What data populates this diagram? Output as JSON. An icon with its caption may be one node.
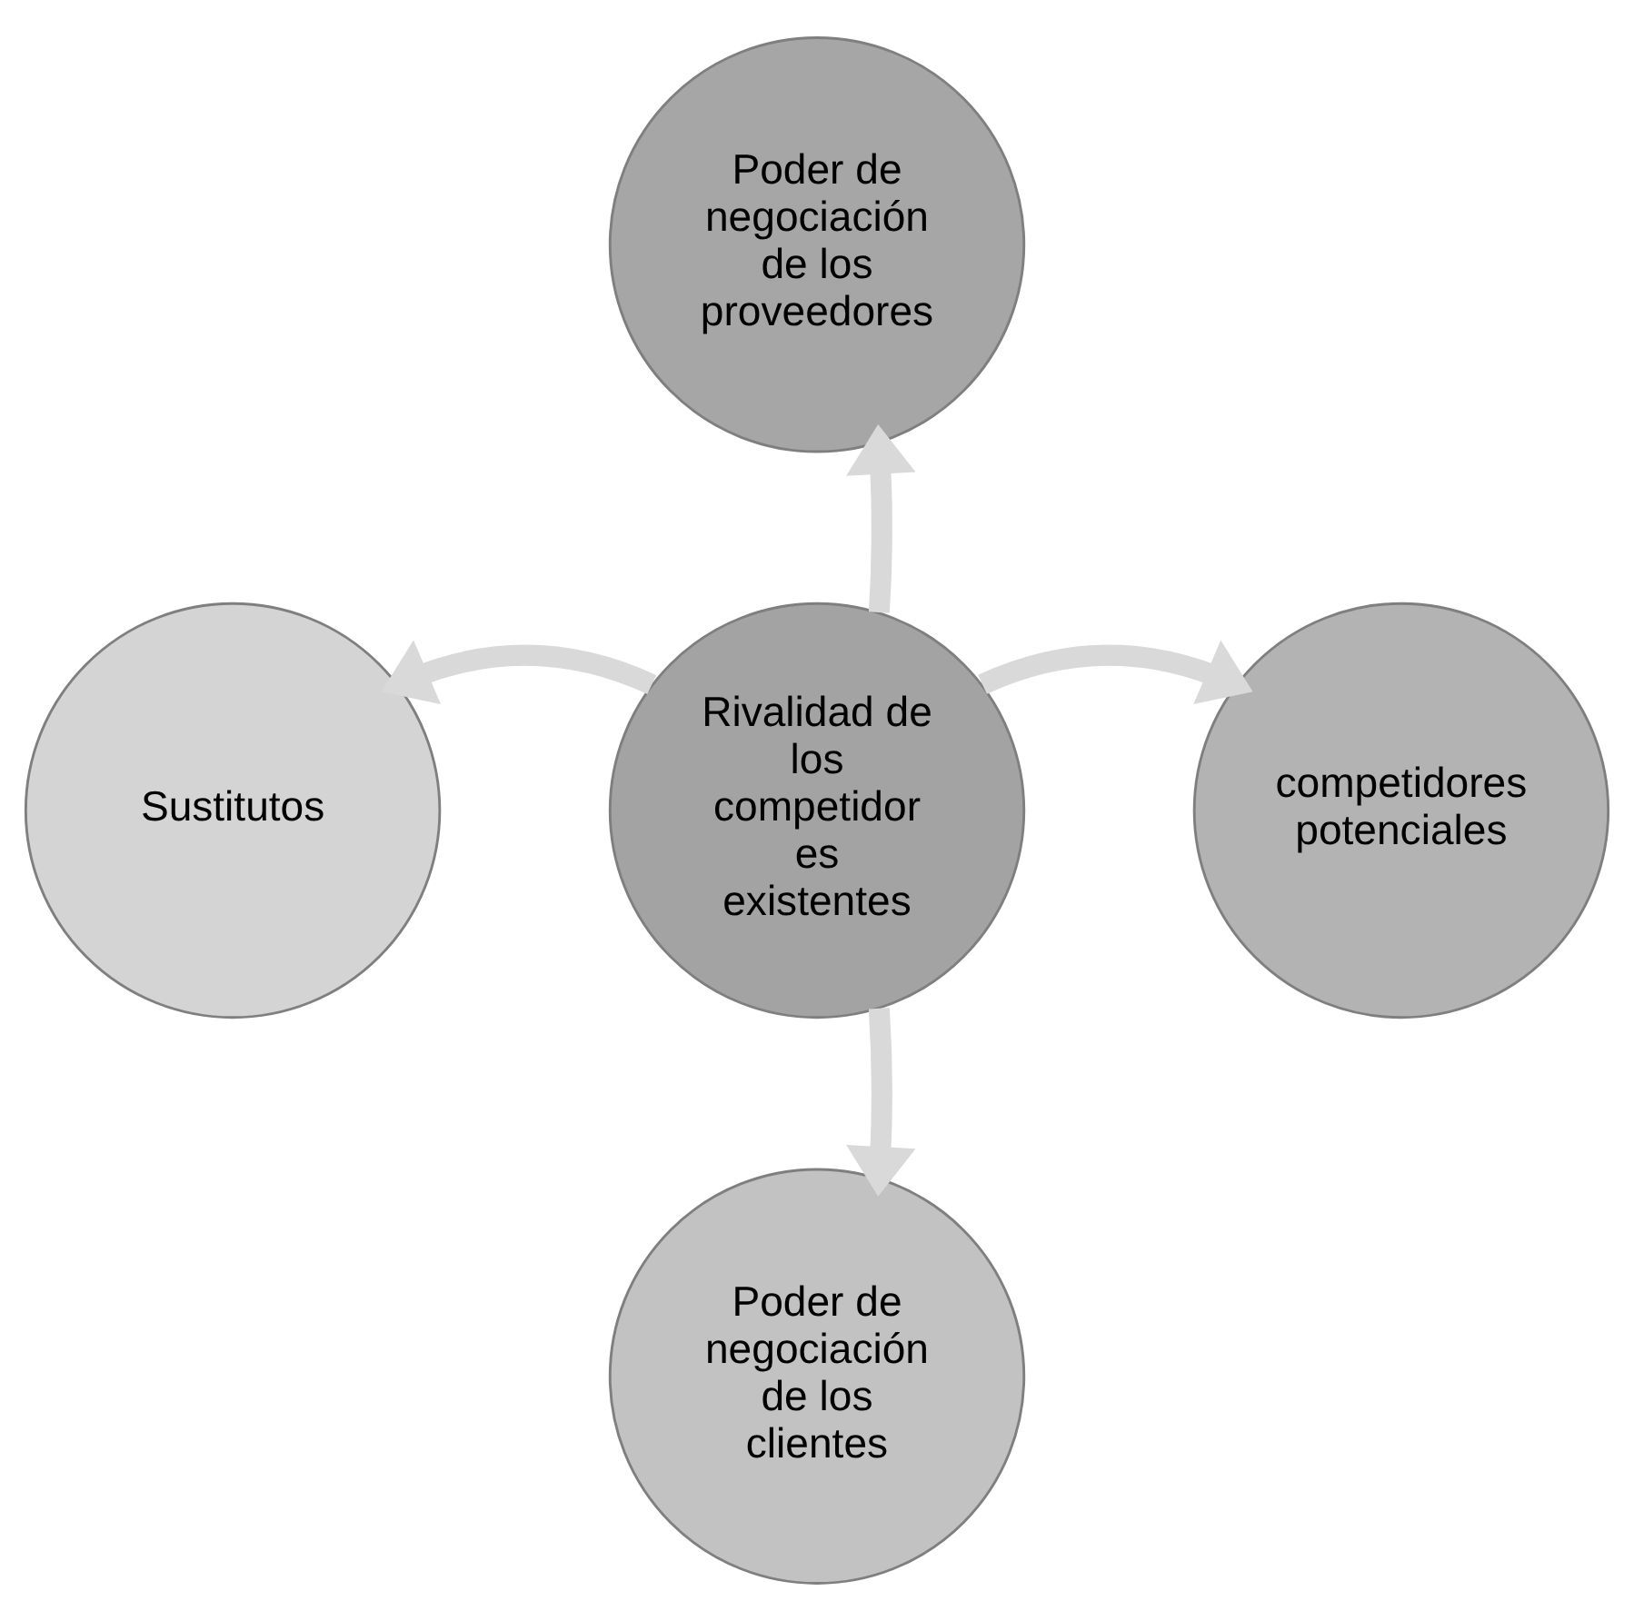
{
  "diagram": {
    "nodes": [
      {
        "text": [
          "Poder de negociación de los proveedores"
        ]
      },
      {
        "text": [
          "Sustitutos"
        ]
      },
      {
        "text": [
          "Rivalidad de los competidor es existentes"
        ]
      },
      {
        "text": [
          "competidores potenciales"
        ]
      },
      {
        "text": [
          "Poder de negociación de los clientes"
        ]
      }
    ],
    "edges": [
      {
        "from": 2,
        "to": 0,
        "arrow": "to"
      },
      {
        "from": 2,
        "to": 3,
        "arrow": "to"
      },
      {
        "from": 2,
        "to": 4,
        "arrow": "to"
      },
      {
        "from": 2,
        "to": 1,
        "arrow": "to"
      }
    ]
  }
}
